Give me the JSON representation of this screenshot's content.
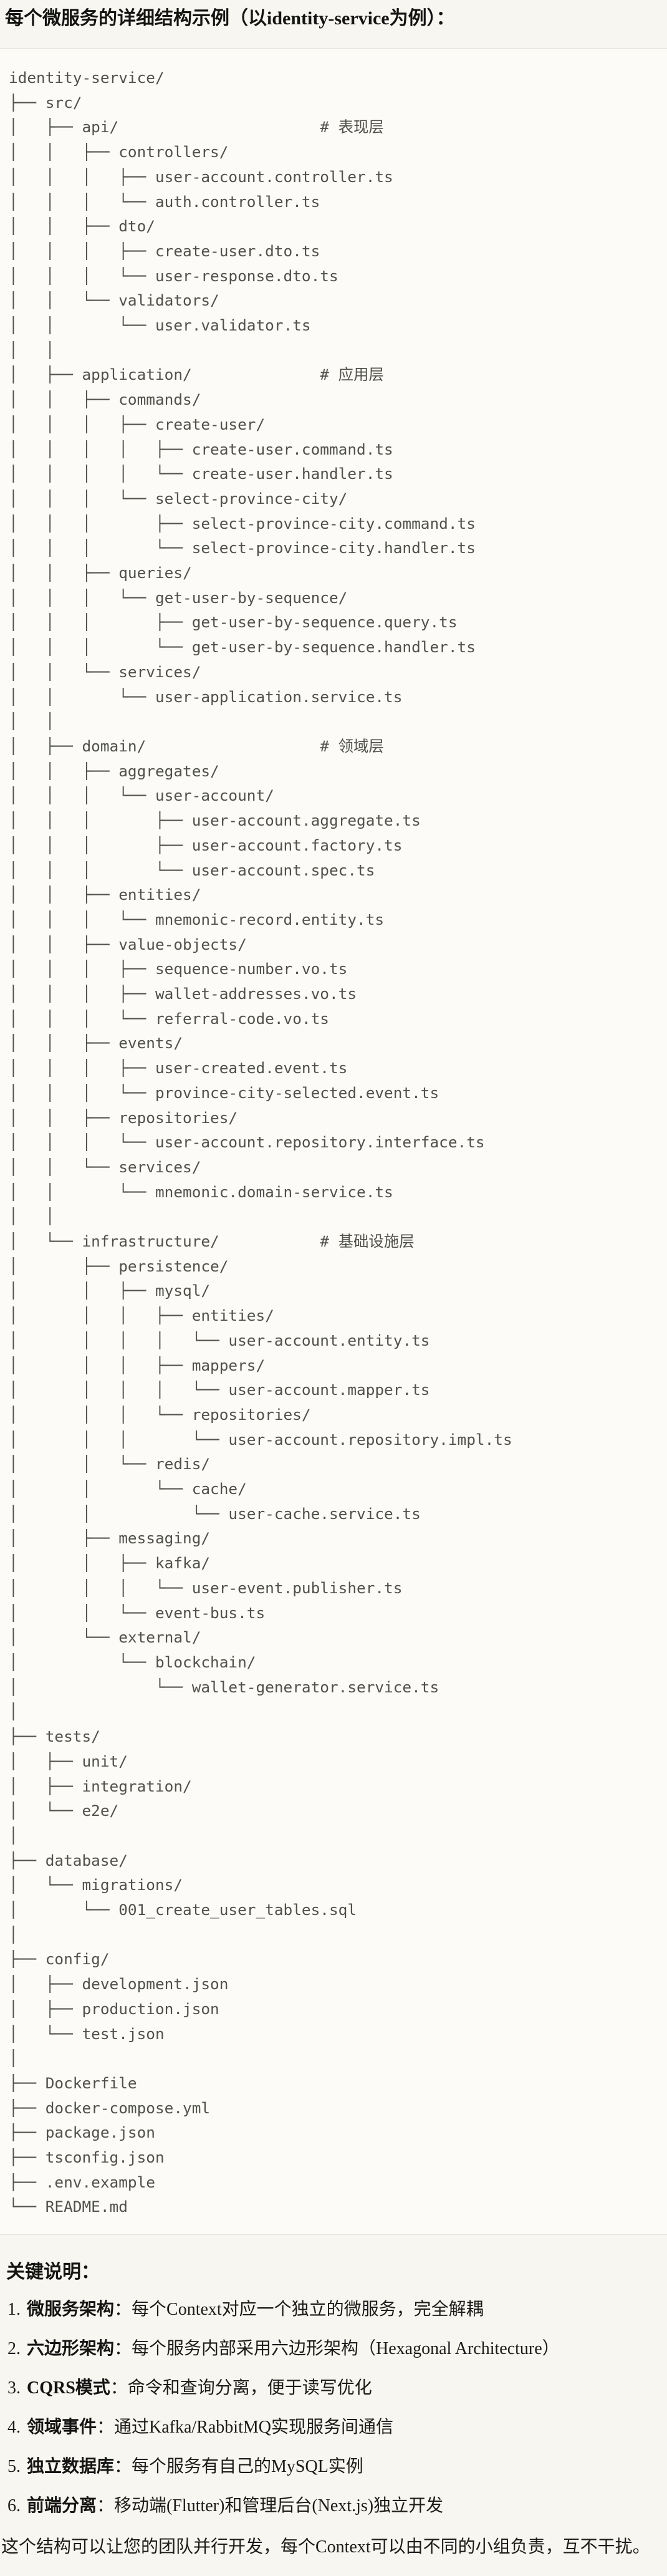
{
  "page": {
    "title": "每个微服务的详细结构示例（以identity-service为例）："
  },
  "code_block": {
    "tree_lines": [
      "identity-service/",
      "├── src/",
      "│   ├── api/                      # 表现层",
      "│   │   ├── controllers/",
      "│   │   │   ├── user-account.controller.ts",
      "│   │   │   └── auth.controller.ts",
      "│   │   ├── dto/",
      "│   │   │   ├── create-user.dto.ts",
      "│   │   │   └── user-response.dto.ts",
      "│   │   └── validators/",
      "│   │       └── user.validator.ts",
      "│   │",
      "│   ├── application/              # 应用层",
      "│   │   ├── commands/",
      "│   │   │   ├── create-user/",
      "│   │   │   │   ├── create-user.command.ts",
      "│   │   │   │   └── create-user.handler.ts",
      "│   │   │   └── select-province-city/",
      "│   │   │       ├── select-province-city.command.ts",
      "│   │   │       └── select-province-city.handler.ts",
      "│   │   ├── queries/",
      "│   │   │   └── get-user-by-sequence/",
      "│   │   │       ├── get-user-by-sequence.query.ts",
      "│   │   │       └── get-user-by-sequence.handler.ts",
      "│   │   └── services/",
      "│   │       └── user-application.service.ts",
      "│   │",
      "│   ├── domain/                   # 领域层",
      "│   │   ├── aggregates/",
      "│   │   │   └── user-account/",
      "│   │   │       ├── user-account.aggregate.ts",
      "│   │   │       ├── user-account.factory.ts",
      "│   │   │       └── user-account.spec.ts",
      "│   │   ├── entities/",
      "│   │   │   └── mnemonic-record.entity.ts",
      "│   │   ├── value-objects/",
      "│   │   │   ├── sequence-number.vo.ts",
      "│   │   │   ├── wallet-addresses.vo.ts",
      "│   │   │   └── referral-code.vo.ts",
      "│   │   ├── events/",
      "│   │   │   ├── user-created.event.ts",
      "│   │   │   └── province-city-selected.event.ts",
      "│   │   ├── repositories/",
      "│   │   │   └── user-account.repository.interface.ts",
      "│   │   └── services/",
      "│   │       └── mnemonic.domain-service.ts",
      "│   │",
      "│   └── infrastructure/           # 基础设施层",
      "│       ├── persistence/",
      "│       │   ├── mysql/",
      "│       │   │   ├── entities/",
      "│       │   │   │   └── user-account.entity.ts",
      "│       │   │   ├── mappers/",
      "│       │   │   │   └── user-account.mapper.ts",
      "│       │   │   └── repositories/",
      "│       │   │       └── user-account.repository.impl.ts",
      "│       │   └── redis/",
      "│       │       └── cache/",
      "│       │           └── user-cache.service.ts",
      "│       ├── messaging/",
      "│       │   ├── kafka/",
      "│       │   │   └── user-event.publisher.ts",
      "│       │   └── event-bus.ts",
      "│       └── external/",
      "│           └── blockchain/",
      "│               └── wallet-generator.service.ts",
      "│",
      "├── tests/",
      "│   ├── unit/",
      "│   ├── integration/",
      "│   └── e2e/",
      "│",
      "├── database/",
      "│   └── migrations/",
      "│       └── 001_create_user_tables.sql",
      "│",
      "├── config/",
      "│   ├── development.json",
      "│   ├── production.json",
      "│   └── test.json",
      "│",
      "├── Dockerfile",
      "├── docker-compose.yml",
      "├── package.json",
      "├── tsconfig.json",
      "├── .env.example",
      "└── README.md"
    ]
  },
  "notes": {
    "heading": "关键说明：",
    "items": [
      {
        "num": "1.",
        "label": "微服务架构",
        "text": "：每个Context对应一个独立的微服务，完全解耦"
      },
      {
        "num": "2.",
        "label": "六边形架构",
        "text": "：每个服务内部采用六边形架构（Hexagonal Architecture）"
      },
      {
        "num": "3.",
        "label": "CQRS模式",
        "text": "：命令和查询分离，便于读写优化"
      },
      {
        "num": "4.",
        "label": "领域事件",
        "text": "：通过Kafka/RabbitMQ实现服务间通信"
      },
      {
        "num": "5.",
        "label": "独立数据库",
        "text": "：每个服务有自己的MySQL实例"
      },
      {
        "num": "6.",
        "label": "前端分离",
        "text": "：移动端(Flutter)和管理后台(Next.js)独立开发"
      }
    ],
    "footer": "这个结构可以让您的团队并行开发，每个Context可以由不同的小组负责，互不干扰。"
  },
  "colors": {
    "page_bg": "#f8f6f0",
    "code_bg": "#fcfbf7",
    "border": "#e5e3da",
    "code_text": "#51514c",
    "body_text": "#1c1b19"
  }
}
